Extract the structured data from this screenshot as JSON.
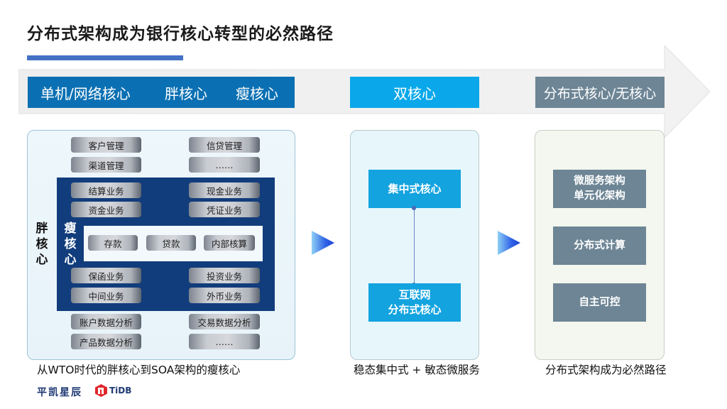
{
  "title": "分布式架构成为银行核心转型的必然路径",
  "colors": {
    "accent_underline": "#4472c4",
    "stage1_tag": "#0b70b3",
    "stage2_tag": "#0aa8ea",
    "stage3_tag": "#6d8595",
    "thin_core_bg": "#123d7c",
    "dual_box": "#13a3df",
    "dist_box": "#6d8595"
  },
  "timeline": {
    "stage1": {
      "labels": [
        "单机/网络核心",
        "胖核心",
        "瘦核心"
      ]
    },
    "stage2": {
      "label": "双核心"
    },
    "stage3": {
      "label": "分布式核心/无核心"
    }
  },
  "panel1": {
    "fat_core_label": "胖核心",
    "thin_core_label": "瘦核心",
    "top_rows": [
      {
        "left": "客户管理",
        "right": "信贷管理"
      },
      {
        "left": "渠道管理",
        "right": "……"
      }
    ],
    "thin_top_rows": [
      {
        "left": "结算业务",
        "right": "现金业务"
      },
      {
        "left": "资金业务",
        "right": "凭证业务"
      }
    ],
    "inner_core": [
      "存款",
      "贷款",
      "内部核算"
    ],
    "thin_bottom_rows": [
      {
        "left": "保函业务",
        "right": "投资业务"
      },
      {
        "left": "中间业务",
        "right": "外币业务"
      }
    ],
    "bottom_rows": [
      {
        "left": "账户数据分析",
        "right": "交易数据分析"
      },
      {
        "left": "产品数据分析",
        "right": "……"
      }
    ],
    "caption": "从WTO时代的胖核心到SOA架构的瘦核心"
  },
  "panel2": {
    "top_box": "集中式核心",
    "bottom_box_line1": "互联网",
    "bottom_box_line2": "分布式核心",
    "caption": "稳态集中式 + 敏态微服务"
  },
  "panel3": {
    "box1_line1": "微服务架构",
    "box1_line2": "单元化架构",
    "box2": "分布式计算",
    "box3": "自主可控",
    "caption": "分布式架构成为必然路径"
  },
  "footer": {
    "brand_cn": "平凯星辰",
    "brand_product": "TiDB"
  }
}
